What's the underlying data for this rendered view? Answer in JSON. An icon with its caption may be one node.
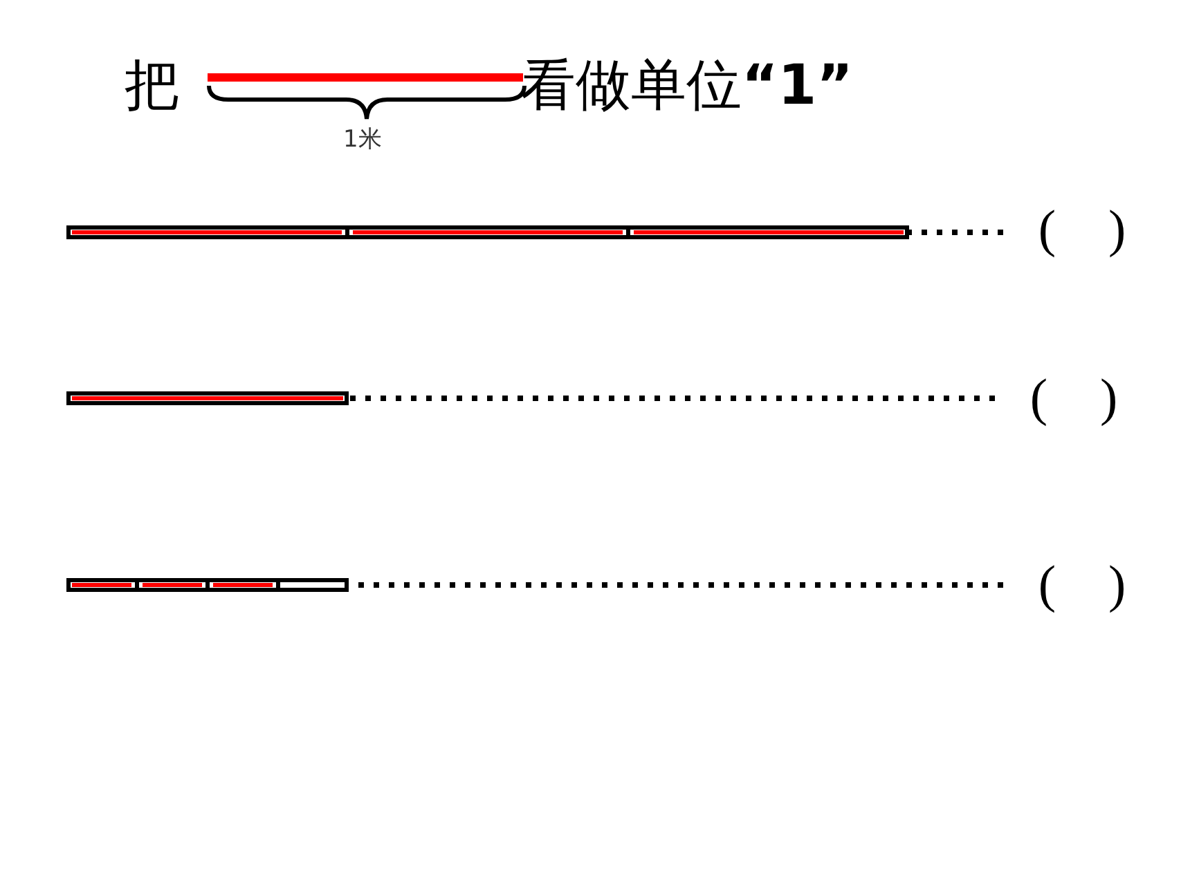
{
  "diagram": {
    "nodes": [
      {
        "text": [],
        "shape": "bar"
      },
      {
        "text": [
          "(    )"
        ]
      },
      {
        "text": [],
        "shape": "bar"
      },
      {
        "text": [
          "(    )"
        ]
      },
      {
        "text": [],
        "shape": "bar"
      },
      {
        "text": [
          "(    )"
        ]
      }
    ],
    "edges": [
      {
        "from": 0,
        "to": 1,
        "arrow": "none",
        "style": "dashed"
      },
      {
        "from": 2,
        "to": 3,
        "arrow": "none",
        "style": "dashed"
      },
      {
        "from": 4,
        "to": 5,
        "arrow": "none",
        "style": "dashed"
      }
    ],
    "labels": [
      "把",
      "1米",
      "看做单位**“1”**"
    ]
  }
}
